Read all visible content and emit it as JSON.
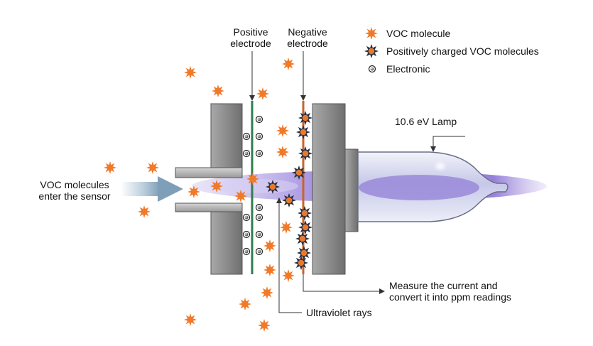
{
  "legend": {
    "voc_molecule": "VOC molecule",
    "charged_voc": "Positively charged VOC molecules",
    "electronic": "Electronic"
  },
  "labels": {
    "positive_electrode_line1": "Positive",
    "positive_electrode_line2": "electrode",
    "negative_electrode_line1": "Negative",
    "negative_electrode_line2": "electrode",
    "lamp": "10.6 eV Lamp",
    "voc_enter_line1": "VOC molecules",
    "voc_enter_line2": "enter the sensor",
    "measure_line1": "Measure the current and",
    "measure_line2": "convert it into ppm readings",
    "uv_rays": "Ultraviolet rays"
  },
  "colors": {
    "voc_orange": "#f07a2a",
    "charged_fill": "#e9792d",
    "charged_outline": "#2a3040",
    "housing_gray": "#8e8e8e",
    "positive_electrode": "#2e7d4f",
    "negative_electrode": "#c8642a",
    "uv_purple": "#8a78d8",
    "arrow_blue": "#7f9fb8"
  }
}
